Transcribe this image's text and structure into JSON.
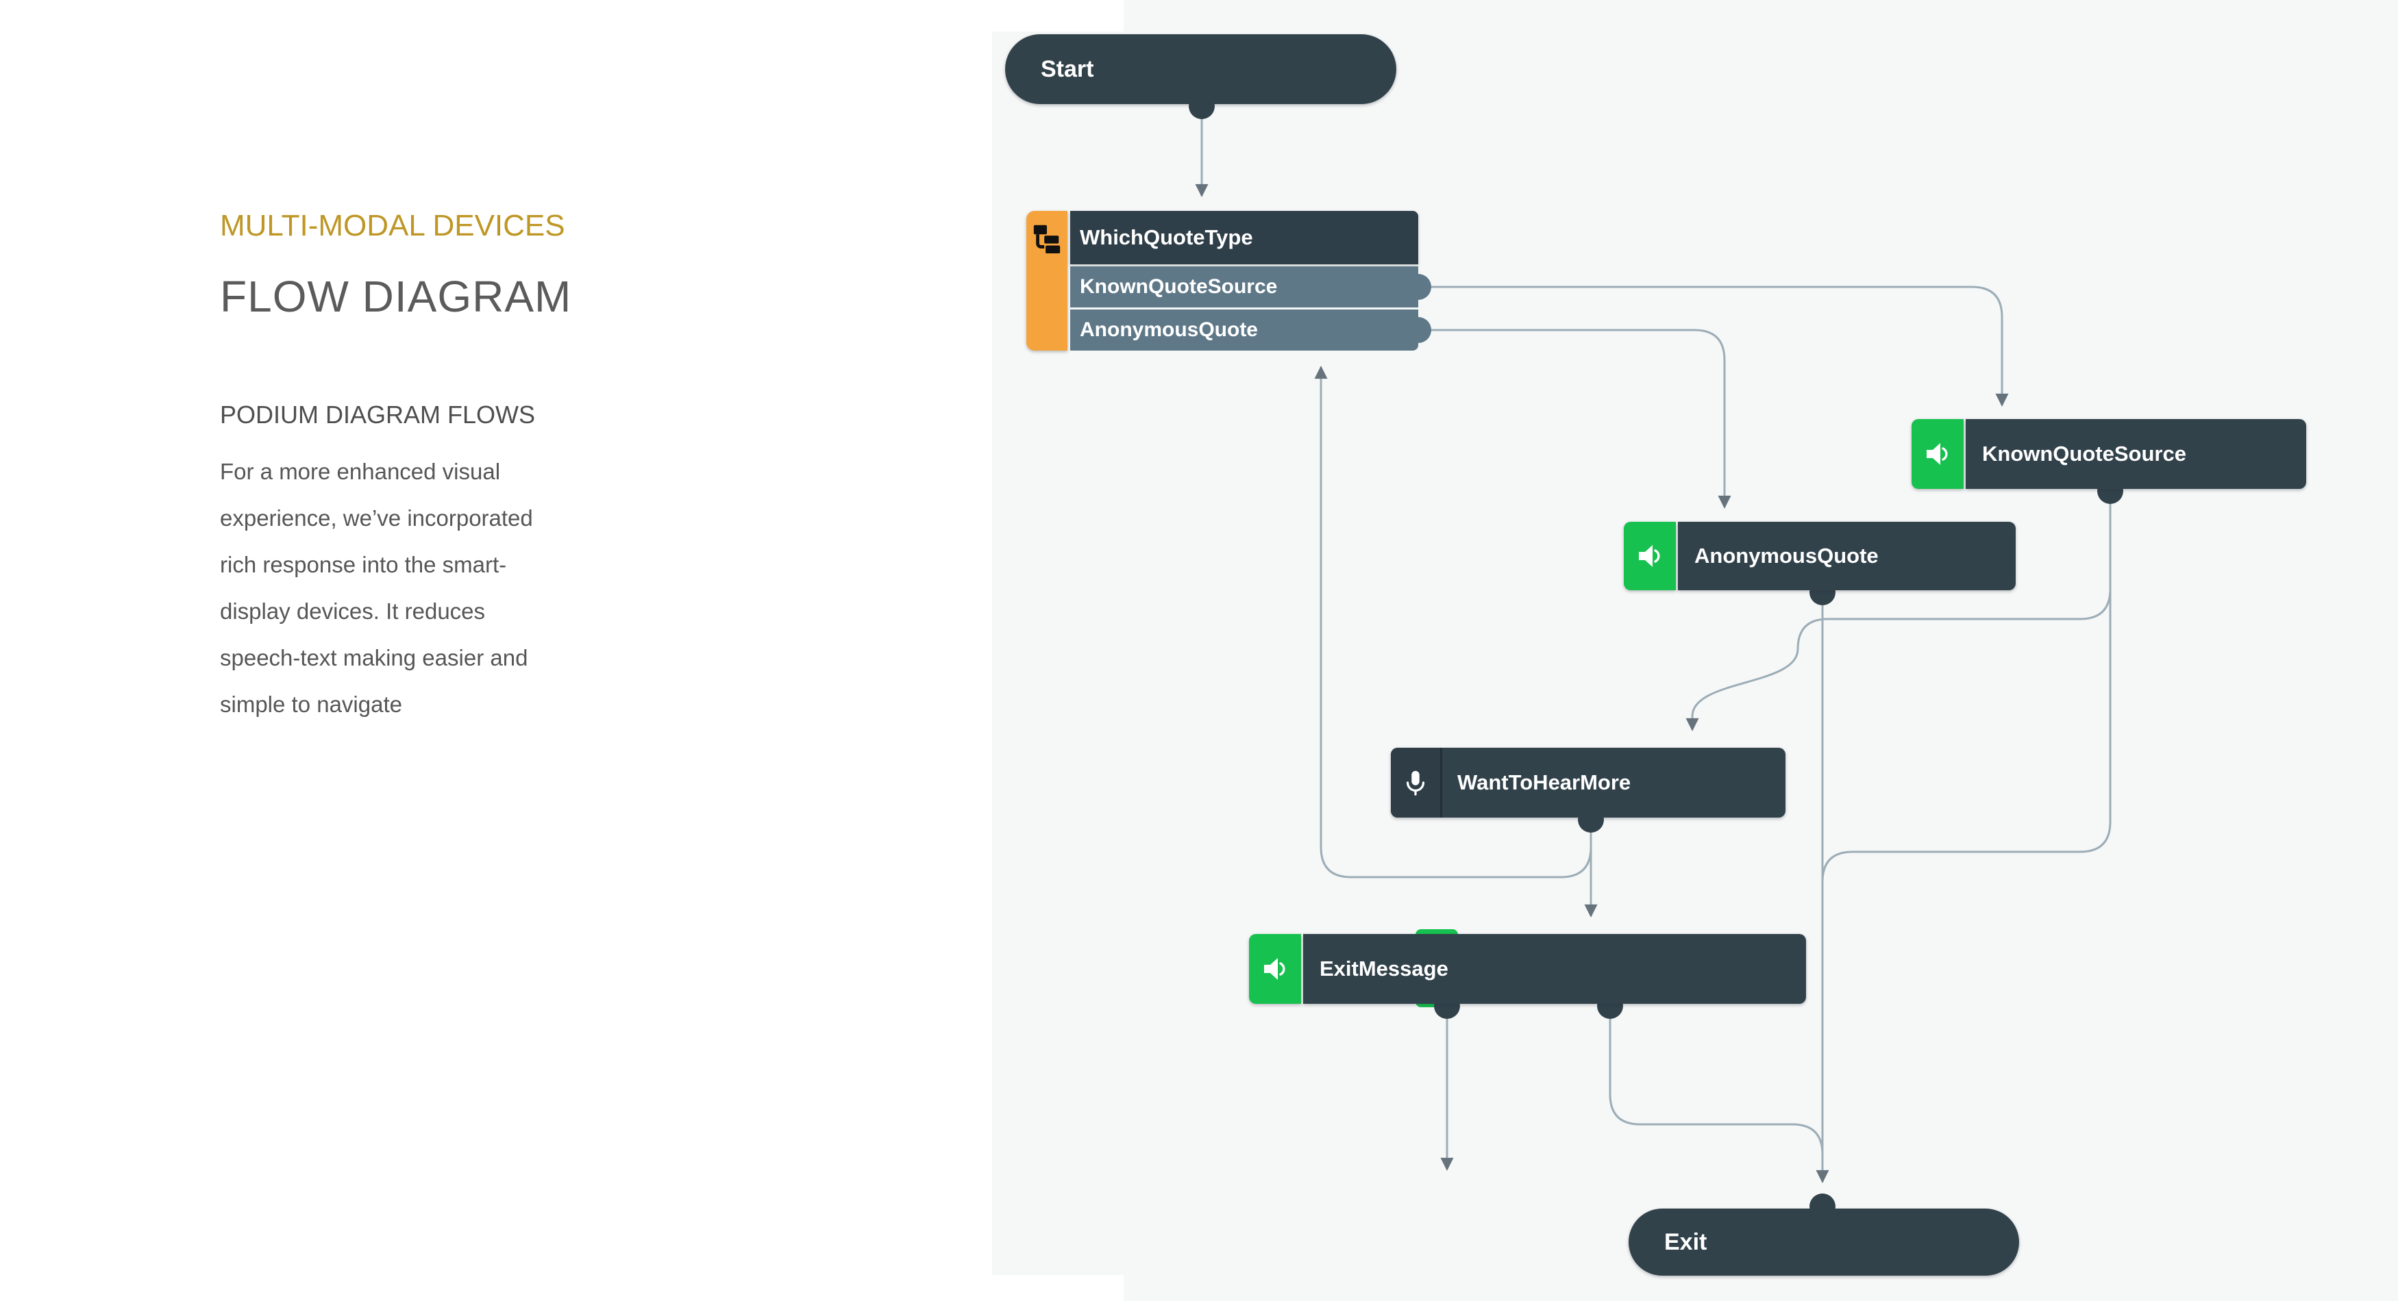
{
  "left_panel": {
    "eyebrow": "MULTI-MODAL DEVICES",
    "title": "FLOW DIAGRAM",
    "subtitle": "PODIUM DIAGRAM FLOWS",
    "body_lines": [
      "For a more enhanced visual",
      "experience, we’ve incorporated",
      "rich response into the smart-",
      "display devices. It reduces",
      "speech-text making easier and",
      "simple to navigate"
    ]
  },
  "diagram": {
    "nodes": {
      "start": {
        "label": "Start",
        "type": "start"
      },
      "which_quote_type": {
        "label": "WhichQuoteType",
        "icon": "branch-icon",
        "outputs": [
          "KnownQuoteSource",
          "AnonymousQuote"
        ]
      },
      "known_quote_source": {
        "label": "KnownQuoteSource",
        "icon": "speaker-icon"
      },
      "anonymous_quote": {
        "label": "AnonymousQuote",
        "icon": "speaker-icon"
      },
      "want_to_hear_more": {
        "label": "WantToHearMore",
        "icon": "microphone-icon"
      },
      "exit_message": {
        "label": "ExitMessage",
        "icon": "speaker-icon"
      },
      "exit": {
        "label": "Exit",
        "type": "end"
      }
    },
    "colors": {
      "canvas": "#F6F7F7",
      "node_dark": "#32424B",
      "branch_row": "#5E7888",
      "accent_orange": "#F5A33C",
      "accent_green": "#17C14F",
      "connector": "#9CADB7",
      "arrowhead": "#66737C",
      "eyebrow_text": "#BE9726",
      "title_text": "#5B5B5B",
      "body_text": "#565656"
    }
  }
}
